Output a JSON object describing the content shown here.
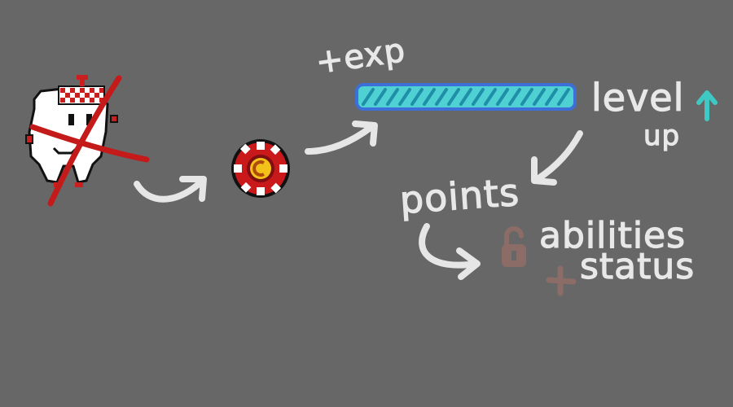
{
  "labels": {
    "exp": "+exp",
    "level": "level",
    "up": "up",
    "points": "points",
    "abilities": "abilities",
    "status": "status"
  },
  "progress": {
    "fill_fraction": 1.0
  },
  "colors": {
    "background": "#676767",
    "handwriting": "#e8e8e8",
    "exp_bar_fill": "#4fd0d2",
    "exp_bar_border": "#3d6fd8",
    "exp_bar_hatch": "#1f8ea8",
    "cross_mark": "#c41a1a",
    "coin_red": "#c9191b",
    "coin_gold": "#f2c21b",
    "lock_icon": "#8c6c66",
    "plus_icon": "#8c6c66",
    "up_arrow_icon": "#3fc9c4"
  },
  "icons": {
    "enemy": "tooth-enemy-sprite",
    "cross": "cross-out-icon",
    "coin": "coin-icon",
    "lock": "lock-icon",
    "plus": "plus-icon",
    "level_up": "up-arrow-icon"
  }
}
